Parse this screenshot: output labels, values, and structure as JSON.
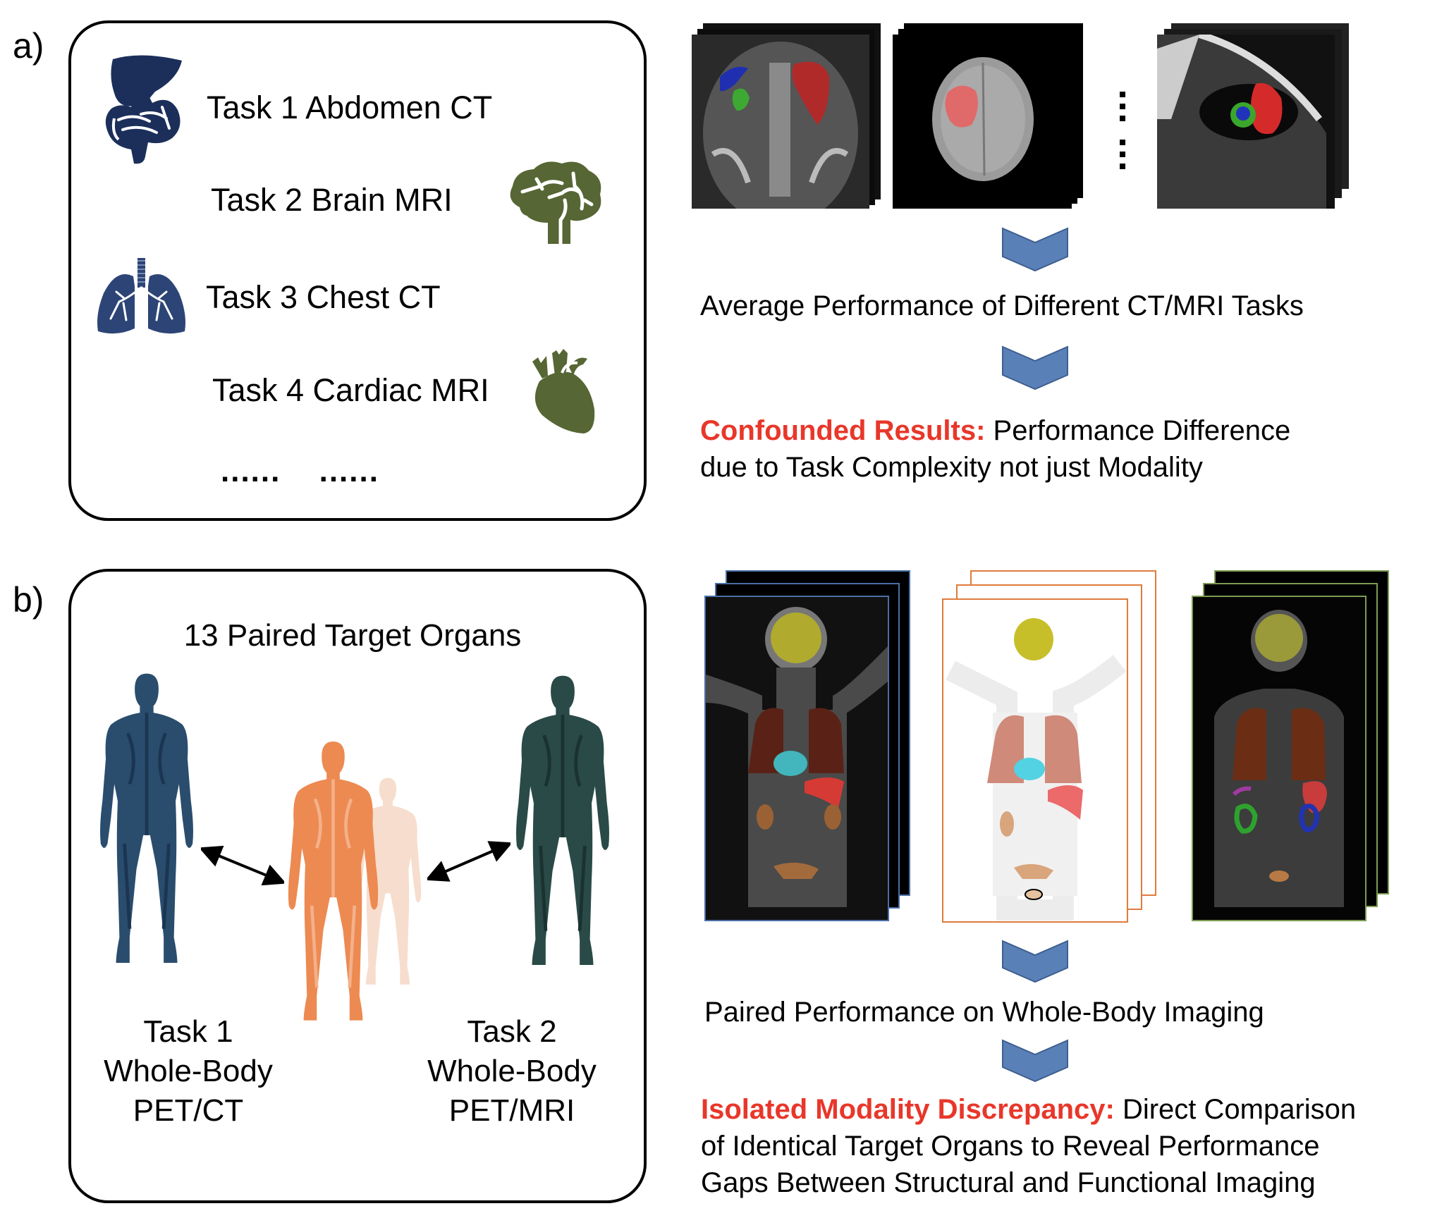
{
  "panel_a": {
    "label": "a)",
    "tasks": [
      {
        "text": "Task 1 Abdomen CT",
        "icon": "abdomen-organs-icon"
      },
      {
        "text": "Task 2 Brain MRI",
        "icon": "brain-icon"
      },
      {
        "text": "Task 3 Chest CT",
        "icon": "lungs-icon"
      },
      {
        "text": "Task 4 Cardiac MRI",
        "icon": "heart-icon"
      }
    ],
    "ellipsis_1": "......",
    "ellipsis_2": "......",
    "images": [
      "Abdomen CT slices with organ segmentation",
      "Brain MRI slices with tumor segmentation",
      "Cardiac MRI slices with ventricle segmentation"
    ],
    "step_1": "Average Performance of Different CT/MRI Tasks",
    "conclusion_label": "Confounded Results:",
    "conclusion_text_1": " Performance Difference",
    "conclusion_text_2": "due to Task Complexity not just Modality"
  },
  "panel_b": {
    "label": "b)",
    "title": "13 Paired Target Organs",
    "task_1": {
      "line1": "Task 1",
      "line2": "Whole-Body",
      "line3": "PET/CT"
    },
    "task_2": {
      "line1": "Task 2",
      "line2": "Whole-Body",
      "line3": "PET/MRI"
    },
    "images": [
      "Whole-body PET/CT with organ segmentation",
      "Whole-body PET with organ segmentation",
      "Whole-body MRI with organ segmentation"
    ],
    "step_1": "Paired Performance on Whole-Body Imaging",
    "conclusion_label": "Isolated Modality Discrepancy:",
    "conclusion_text_1": " Direct Comparison",
    "conclusion_text_2": "of Identical Target Organs to Reveal Performance",
    "conclusion_text_3": "Gaps Between Structural and Functional Imaging"
  },
  "colors": {
    "navy_icon": "#1c2f5b",
    "lung_icon": "#2d4476",
    "olive_icon": "#566634",
    "chevron_fill": "#5a80b8",
    "chevron_stroke": "#3e5f8f",
    "highlight_red": "#e8372a",
    "body_blue": "#2a4d6e",
    "body_orange": "#ec8a52",
    "body_faded": "#f7ddcd",
    "body_teal": "#2a4a47",
    "frame_ct": "#4a6fa5",
    "frame_pet": "#e07b3c",
    "frame_mri": "#7d9a53"
  }
}
